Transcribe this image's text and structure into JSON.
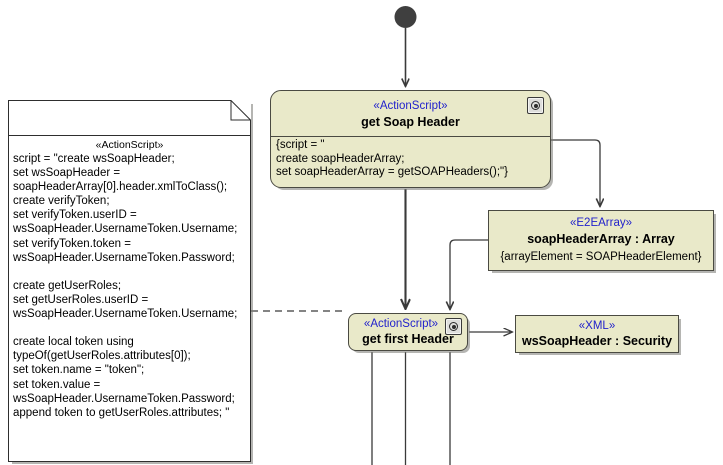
{
  "diagram": {
    "title": "UML Activity Diagram - get Soap Header",
    "background": "#ffffff",
    "node_fill": "#e9e9c9",
    "note_fill": "#ffffff",
    "stereotype_color": "#2222cc",
    "line_color": "#3a3a3a"
  },
  "initial_node": {
    "name": "initial-node",
    "color": "#3f3f3f"
  },
  "nodes": {
    "get_soap_header": {
      "stereotype": "«ActionScript»",
      "name": "get Soap Header",
      "body": "{script = \"\ncreate soapHeaderArray;\nset soapHeaderArray = getSOAPHeaders();\"}",
      "icon": "script-marker-icon"
    },
    "soap_header_array": {
      "stereotype": "«E2EArray»",
      "name": "soapHeaderArray : Array",
      "constraint": "{arrayElement = SOAPHeaderElement}"
    },
    "get_first_header": {
      "stereotype": "«ActionScript»",
      "name": "get first Header",
      "icon": "script-marker-icon"
    },
    "ws_soap_header": {
      "stereotype": "«XML»",
      "name": "wsSoapHeader : Security"
    }
  },
  "note": {
    "stereotype": "«ActionScript»",
    "body": "script = \"create wsSoapHeader;\nset wsSoapHeader =\nsoapHeaderArray[0].header.xmlToClass();\ncreate verifyToken;\nset verifyToken.userID =\nwsSoapHeader.UsernameToken.Username;\nset verifyToken.token =\nwsSoapHeader.UsernameToken.Password;\n\ncreate getUserRoles;\nset getUserRoles.userID =\nwsSoapHeader.UsernameToken.Username;\n\ncreate local token using\ntypeOf(getUserRoles.attributes[0]);\nset token.name = \"token\";\nset token.value =\nwsSoapHeader.UsernameToken.Password;\nappend token to getUserRoles.attributes; \""
  }
}
